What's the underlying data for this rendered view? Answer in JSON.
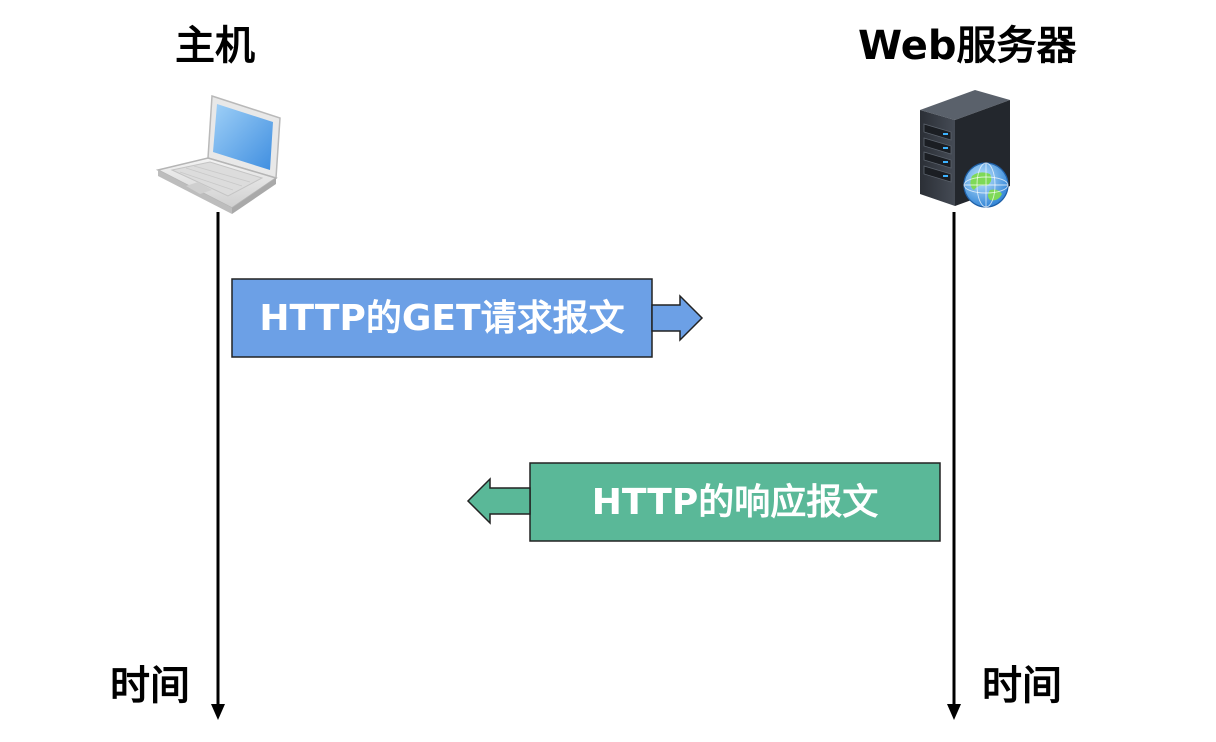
{
  "host": {
    "title": "主机",
    "time_label": "时间",
    "icon": "laptop-icon"
  },
  "server": {
    "title": "Web服务器",
    "time_label": "时间",
    "icon": "web-server-icon"
  },
  "messages": {
    "request": {
      "label": "HTTP的GET请求报文",
      "direction": "host-to-server",
      "color": "#6ca0e6"
    },
    "response": {
      "label": "HTTP的响应报文",
      "direction": "server-to-host",
      "color": "#5ab898"
    }
  }
}
